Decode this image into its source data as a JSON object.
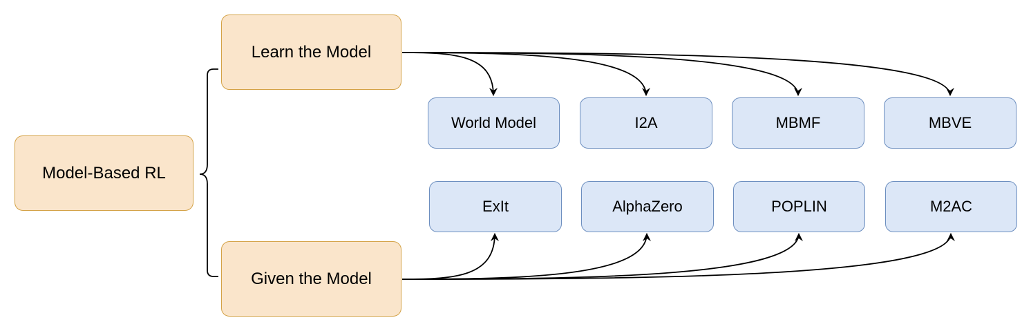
{
  "colors": {
    "orange_fill": "#fae5cb",
    "orange_border": "#d4a246",
    "blue_fill": "#dce7f7",
    "blue_border": "#6c8ebf",
    "line": "#000000"
  },
  "root": {
    "label": "Model-Based RL"
  },
  "branches": {
    "learn": {
      "label": "Learn the Model"
    },
    "given": {
      "label": "Given the Model"
    }
  },
  "learned_methods": [
    "World Model",
    "I2A",
    "MBMF",
    "MBVE"
  ],
  "given_methods": [
    "ExIt",
    "AlphaZero",
    "POPLIN",
    "M2AC"
  ]
}
